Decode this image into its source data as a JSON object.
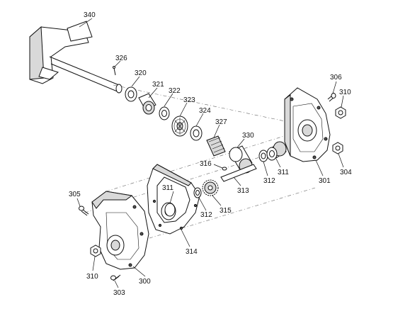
{
  "callouts": {
    "p340": "340",
    "p326": "326",
    "p320": "320",
    "p321": "321",
    "p322": "322",
    "p323": "323",
    "p324": "324",
    "p327": "327",
    "p330": "330",
    "p316": "316",
    "p311_right": "311",
    "p312_right": "312",
    "p313": "313",
    "p306": "306",
    "p310_right": "310",
    "p301": "301",
    "p304": "304",
    "p311_left": "311",
    "p312_left": "312",
    "p315": "315",
    "p314": "314",
    "p305": "305",
    "p310_left": "310",
    "p300": "300",
    "p303": "303"
  }
}
